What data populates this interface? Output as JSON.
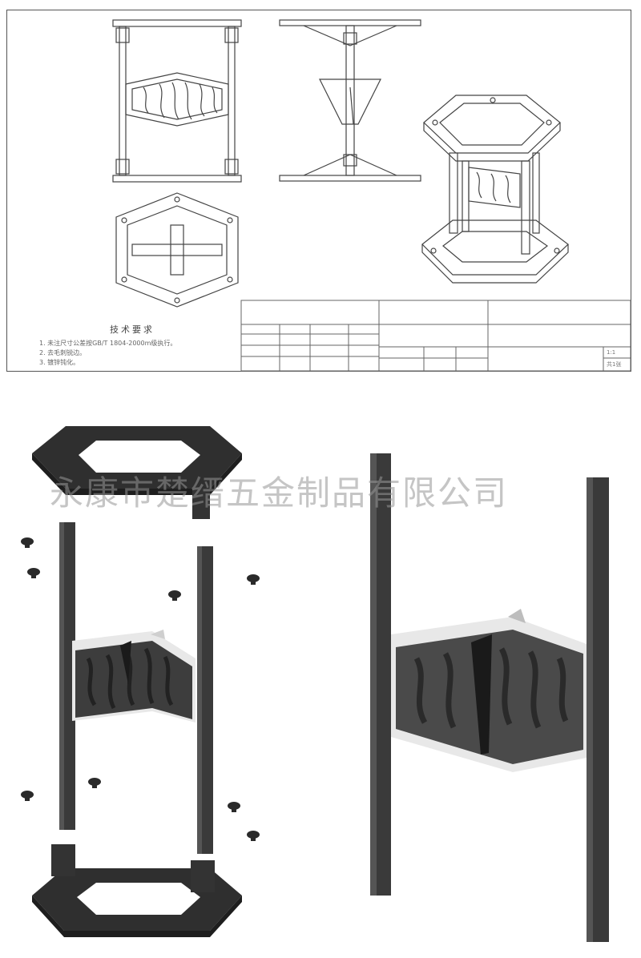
{
  "drawing": {
    "tech_title": "技术要求",
    "notes": [
      "1. 未注尺寸公差按GB/T 1804-2000m级执行。",
      "2. 去毛刺锐边。",
      "3. 镀锌钝化。"
    ],
    "title_block": {
      "scale": "1:1",
      "sheet": "共1张"
    }
  },
  "watermark": "永康市楚缙五金制品有限公司",
  "colors": {
    "line": "#444444",
    "part_dark": "#2b2b2b",
    "part_mid": "#555555",
    "part_light": "#e6e6e6",
    "background": "#ffffff"
  }
}
